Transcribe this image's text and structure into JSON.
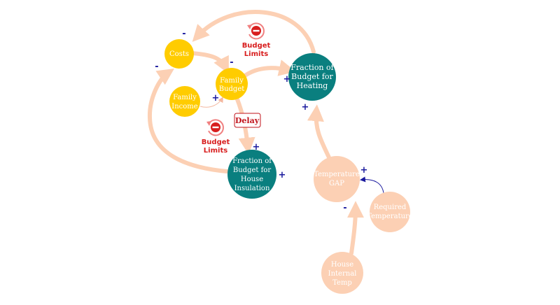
{
  "nodes": {
    "costs": {
      "label": "Costs",
      "color": "#ffcc00"
    },
    "family_budget": {
      "lines": [
        "Family",
        "Budget"
      ],
      "color": "#ffcc00"
    },
    "family_income": {
      "lines": [
        "Family",
        "Income"
      ],
      "color": "#ffcc00"
    },
    "fraction_heating": {
      "lines": [
        "Fraction of",
        "Budget for",
        "Heating"
      ],
      "color": "#0a7f7f"
    },
    "fraction_insulation": {
      "lines": [
        "Fraction of",
        "Budget for",
        "House",
        "Insulation"
      ],
      "color": "#0a7f7f"
    },
    "temperature_gap": {
      "lines": [
        "Temperature",
        "GAP"
      ],
      "color": "#fcd0b4"
    },
    "required_temperature": {
      "lines": [
        "Required",
        "Temperature"
      ],
      "color": "#fcd0b4"
    },
    "house_internal_temp": {
      "lines": [
        "House",
        "Internal",
        "Temp"
      ],
      "color": "#fcd0b4"
    }
  },
  "signs": {
    "heating_to_costs": "-",
    "costs_to_budget": "-",
    "insulation_to_costs": "-",
    "income_to_budget": "+",
    "budget_to_heating": "+",
    "budget_to_insulation": "+",
    "gap_to_heating": "+",
    "required_to_gap": "+",
    "internal_to_gap": "-",
    "insulation_plus": "+"
  },
  "loops": {
    "top": {
      "lines": [
        "Budget",
        "Limits"
      ]
    },
    "left": {
      "lines": [
        "Budget",
        "Limits"
      ]
    }
  },
  "delay": {
    "label": "Delay"
  },
  "colors": {
    "arrow": "#fcd0b4",
    "thin_arrow_income": "#f4b8a0",
    "thin_arrow_required": "#1a1a9e",
    "sign": "#1a1a9e",
    "loop_red": "#d81e1e"
  },
  "icons": {
    "balancing_loop_top": "balancing-loop-icon",
    "balancing_loop_left": "balancing-loop-icon"
  }
}
